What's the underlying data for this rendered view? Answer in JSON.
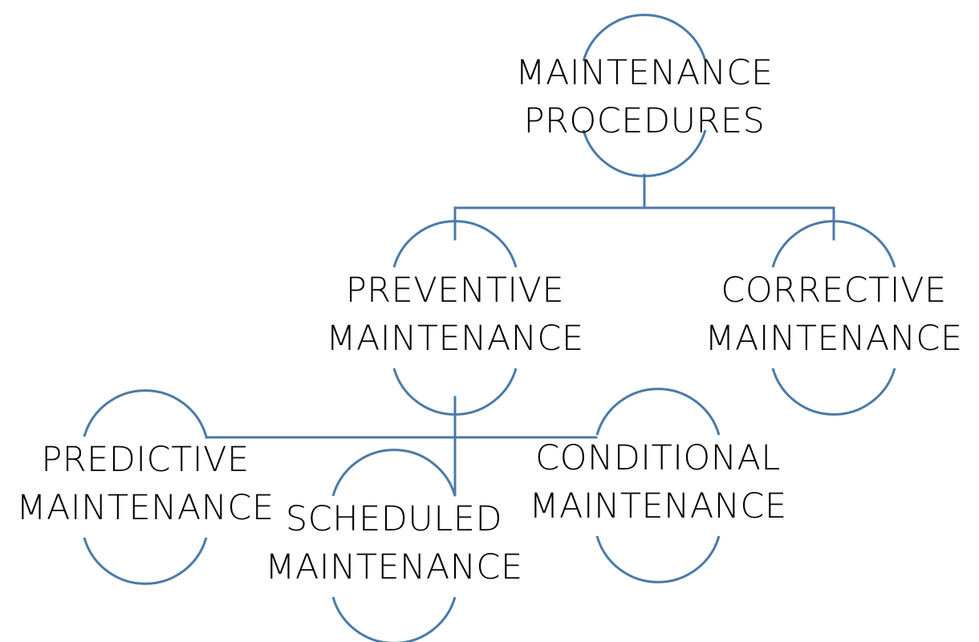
{
  "colors": {
    "line": "#4a7aa7",
    "text": "#000000",
    "background": "#ffffff"
  },
  "nodes": {
    "root": {
      "line1": "MAINTENANCE",
      "line2": "PROCEDURES"
    },
    "preventive": {
      "line1": "PREVENTIVE",
      "line2": "MAINTENANCE"
    },
    "corrective": {
      "line1": "CORRECTIVE",
      "line2": "MAINTENANCE"
    },
    "predictive": {
      "line1": "PREDICTIVE",
      "line2": "MAINTENANCE"
    },
    "scheduled": {
      "line1": "SCHEDULED",
      "line2": "MAINTENANCE"
    },
    "conditional": {
      "line1": "CONDITIONAL",
      "line2": "MAINTENANCE"
    }
  }
}
